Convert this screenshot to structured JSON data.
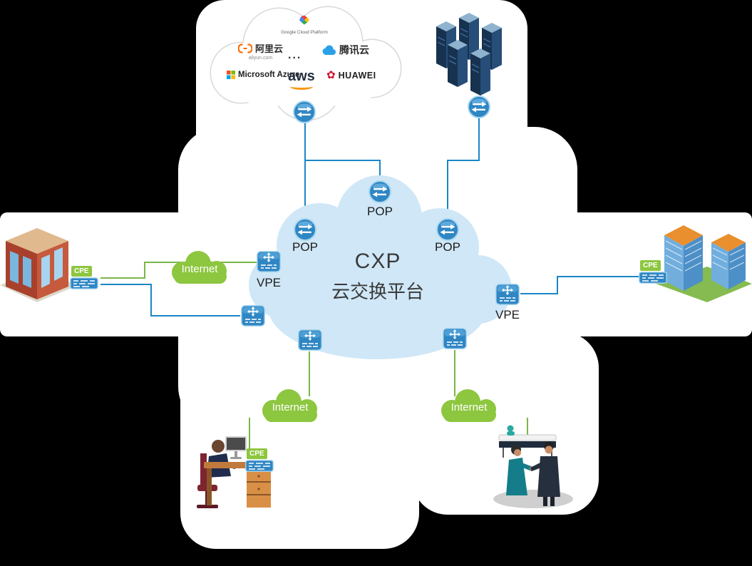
{
  "central_cloud": {
    "title": "CXP",
    "subtitle": "云交换平台"
  },
  "public_cloud": {
    "google": {
      "caption": "Google Cloud Platform"
    },
    "aliyun": {
      "name": "阿里云",
      "domain": "aliyun.com"
    },
    "ellipsis": "...",
    "tencent": {
      "name": "腾讯云"
    },
    "azure": {
      "name": "Microsoft Azure"
    },
    "aws": {
      "name": "aws"
    },
    "huawei": {
      "name": "HUAWEI"
    }
  },
  "labels": {
    "pop": "POP",
    "vpe": "VPE",
    "cpe": "CPE",
    "internet": "Internet"
  },
  "colors": {
    "blue_link": "#1a86c6",
    "green_link": "#7ab648",
    "internet_cloud": "#8dc63f",
    "central_cloud": "#cfe7f7",
    "device_blue": "#2f86c4"
  }
}
